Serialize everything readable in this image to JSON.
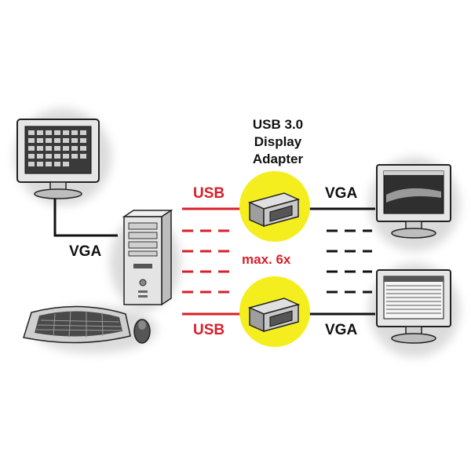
{
  "title": {
    "line1": "USB 3.0",
    "line2": "Display",
    "line3": "Adapter"
  },
  "labels": {
    "usb_top": "USB",
    "usb_bottom": "USB",
    "vga_top": "VGA",
    "vga_bottom": "VGA",
    "vga_left": "VGA",
    "max": "max. 6x"
  },
  "colors": {
    "usb_line": "#d91f2a",
    "vga_line": "#111111",
    "adapter_highlight": "#f4ee1e"
  }
}
